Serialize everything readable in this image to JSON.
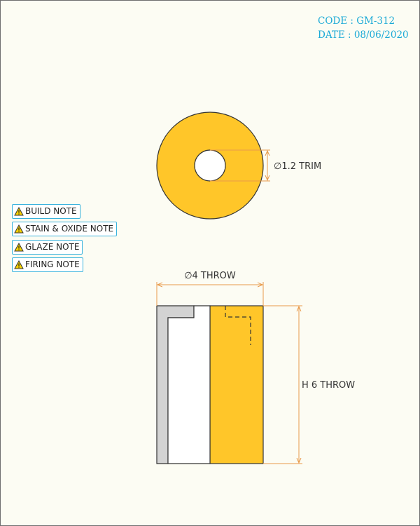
{
  "meta": {
    "code": "CODE : GM-312",
    "date": "DATE : 08/06/2020"
  },
  "notes": [
    {
      "label": "BUILD NOTE"
    },
    {
      "label": "STAIN & OXIDE NOTE"
    },
    {
      "label": "GLAZE NOTE"
    },
    {
      "label": "FIRING NOTE"
    }
  ],
  "dimensions": {
    "trim": "∅1.2 TRIM",
    "throw_diameter": "∅4 THROW",
    "throw_height": "H 6 THROW"
  },
  "colors": {
    "part_fill": "#ffc629",
    "dimension_line": "#e89a4b",
    "section_fill": "#d3d3d3",
    "note_border": "#39b3dd",
    "meta_text": "#1aa9d6",
    "warning_icon": "#f4d000"
  },
  "icons": {
    "warning": "warning-triangle-icon"
  }
}
